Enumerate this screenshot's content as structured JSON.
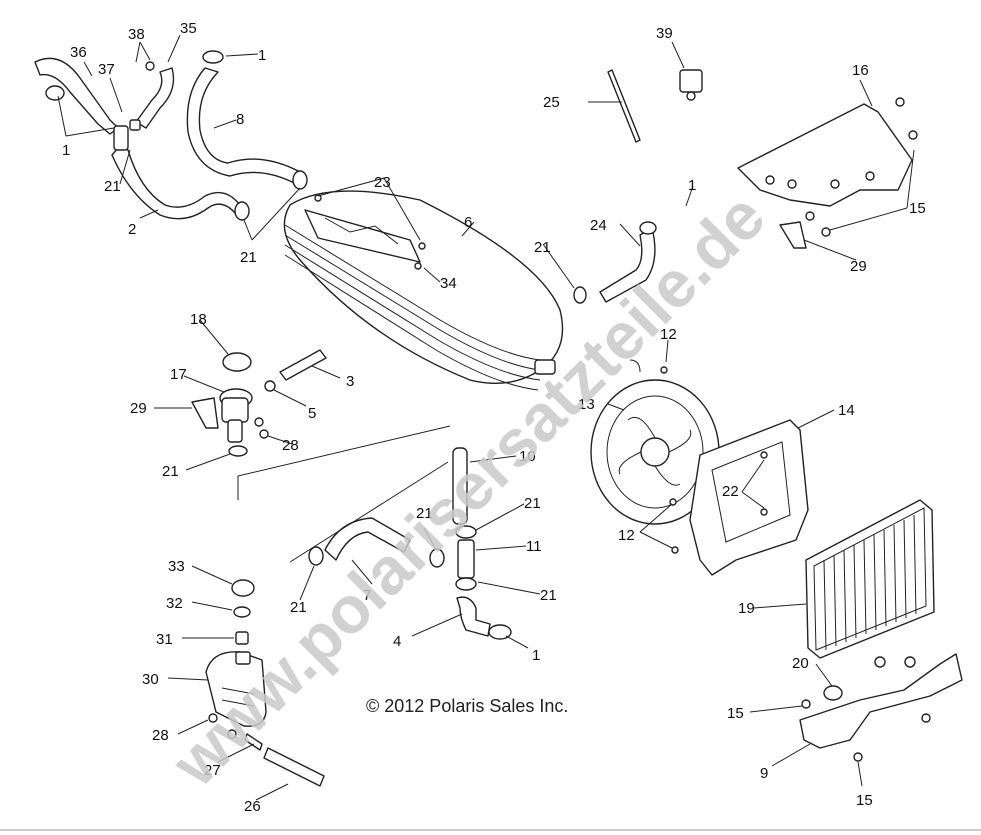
{
  "diagram": {
    "copyright": "© 2012 Polaris Sales Inc.",
    "watermark": "www.polarisersatzteile.de",
    "callouts": [
      "1",
      "1",
      "1",
      "1",
      "2",
      "3",
      "4",
      "5",
      "6",
      "7",
      "8",
      "9",
      "10",
      "11",
      "12",
      "12",
      "13",
      "14",
      "15",
      "15",
      "15",
      "16",
      "17",
      "18",
      "19",
      "20",
      "21",
      "21",
      "21",
      "21",
      "21",
      "21",
      "21",
      "21",
      "22",
      "23",
      "24",
      "25",
      "26",
      "27",
      "28",
      "28",
      "29",
      "29",
      "30",
      "31",
      "32",
      "33",
      "34",
      "35",
      "36",
      "37",
      "38",
      "39"
    ]
  },
  "colors": {
    "line": "#222222",
    "watermark": "#c9c9c9",
    "background": "#ffffff"
  }
}
